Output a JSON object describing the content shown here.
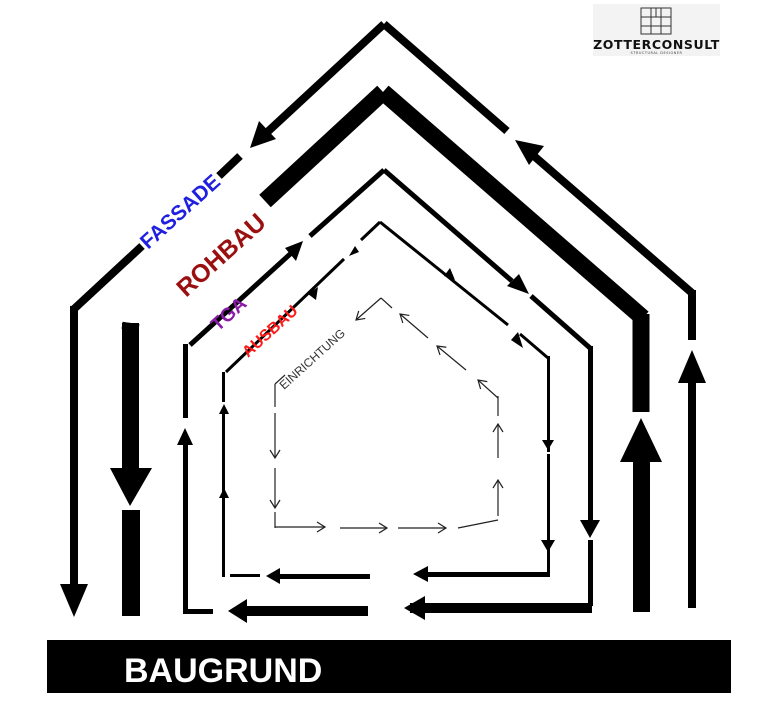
{
  "logo": {
    "name": "ZOTTERCONSULT",
    "tagline": "STRUCTURAL DESIGNER"
  },
  "layers": [
    {
      "label": "FASSADE",
      "color": "#1f1fe0"
    },
    {
      "label": "ROHBAU",
      "color": "#9a1010"
    },
    {
      "label": "TGA",
      "color": "#8a1aa8"
    },
    {
      "label": "AUSBAU",
      "color": "#ff1a1a"
    },
    {
      "label": "EINRICHTUNG",
      "color": "#333333"
    }
  ],
  "ground": {
    "label": "BAUGRUND"
  }
}
